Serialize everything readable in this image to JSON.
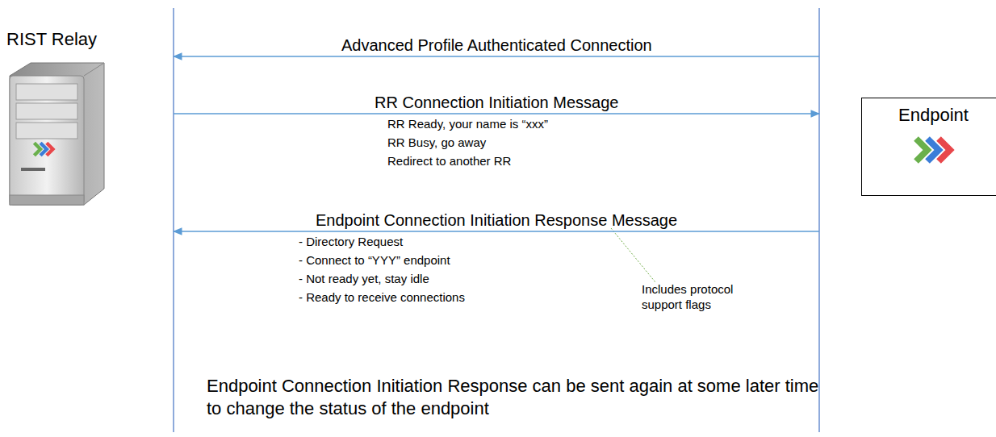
{
  "diagram": {
    "nodes": [
      {
        "text": [
          "RIST Relay"
        ]
      },
      {
        "text": [
          "Endpoint"
        ]
      }
    ],
    "edges": [
      {
        "from": 1,
        "to": 0,
        "arrow": "to",
        "label": "Advanced Profile Authenticated Connection"
      },
      {
        "from": 0,
        "to": 1,
        "arrow": "to",
        "label": "RR Connection Initiation Message"
      },
      {
        "from": 1,
        "to": 0,
        "arrow": "to",
        "label": "Endpoint Connection Initiation Response Message"
      }
    ],
    "labels": [
      "RR Ready, your name is “xxx”",
      "RR Busy, go away",
      "Redirect to another RR",
      "- Directory Request",
      "- Connect to “YYY” endpoint",
      "- Not ready yet, stay idle",
      "- Ready to receive connections",
      "Includes protocol support flags",
      "Endpoint Connection Initiation Response can be sent again at some later time to change the status of the endpoint"
    ]
  }
}
